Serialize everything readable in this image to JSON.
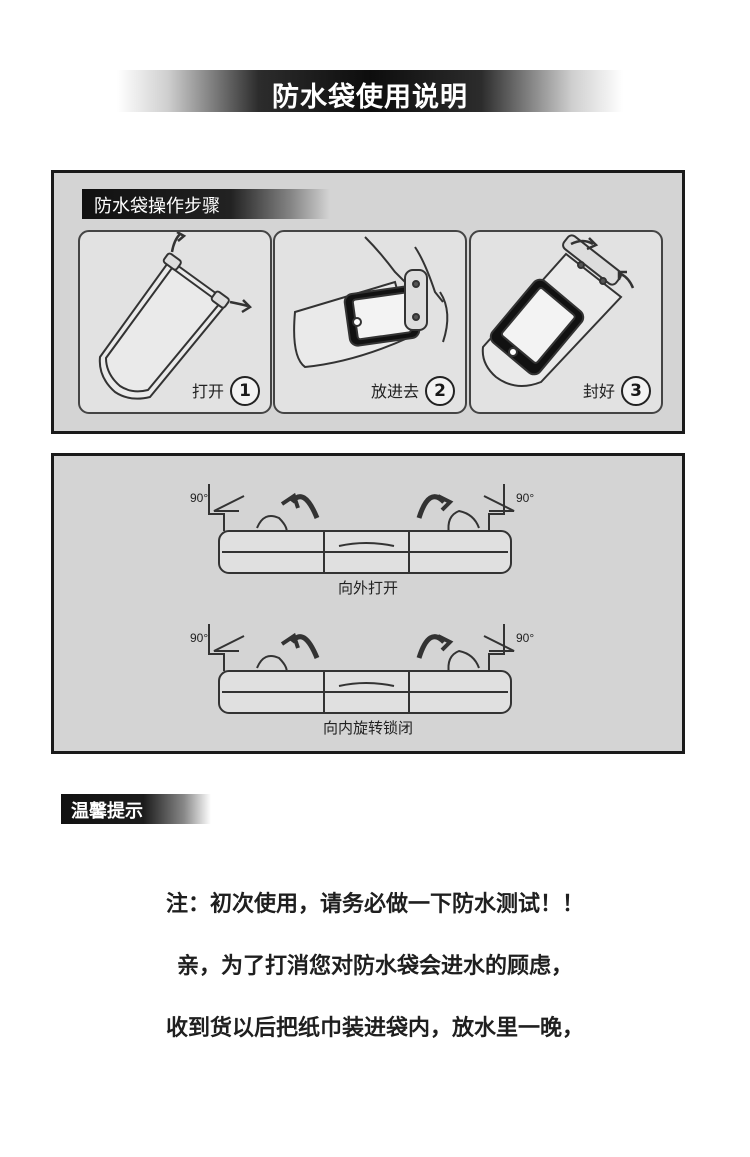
{
  "title": "防水袋使用说明",
  "steps_header": "防水袋操作步骤",
  "steps": [
    {
      "label": "打开",
      "num": "1"
    },
    {
      "label": "放进去",
      "num": "2"
    },
    {
      "label": "封好",
      "num": "3"
    }
  ],
  "diagram": {
    "angle_label": "90°",
    "caption_open": "向外打开",
    "caption_close": "向内旋转锁闭"
  },
  "tips_header": "温馨提示",
  "notes": [
    "注：初次使用，请务必做一下防水测试！！",
    "亲，为了打消您对防水袋会进水的顾虑，",
    "收到货以后把纸巾装进袋内，放水里一晚，"
  ]
}
